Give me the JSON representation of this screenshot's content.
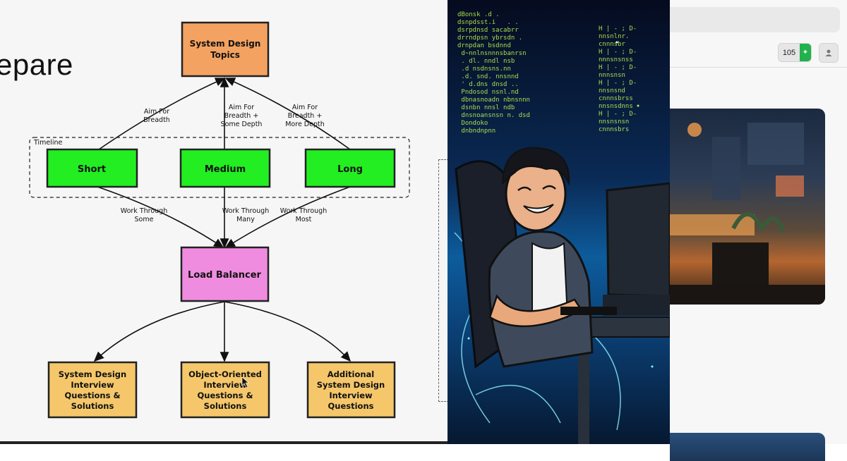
{
  "slide": {
    "title": "epare",
    "timeline_label": "Timeline",
    "top_box": [
      "System Design",
      "Topics"
    ],
    "timeline_boxes": [
      "Short",
      "Medium",
      "Long"
    ],
    "up_labels": [
      [
        "Aim For",
        "Breadth"
      ],
      [
        "Aim For",
        "Breadth +",
        "Some Depth"
      ],
      [
        "Aim For",
        "Breadth +",
        "More Depth"
      ]
    ],
    "down_labels": [
      [
        "Work Through",
        "Some"
      ],
      [
        "Work Through",
        "Many"
      ],
      [
        "Work Through",
        "Most"
      ]
    ],
    "center_box": [
      "Load Balancer"
    ],
    "bottom_boxes": [
      [
        "System Design",
        "Interview",
        "Questions &",
        "Solutions"
      ],
      [
        "Object-Oriented",
        "Interview",
        "Questions &",
        "Solutions"
      ],
      [
        "Additional",
        "System Design",
        "Interview",
        "Questions"
      ]
    ],
    "colors": {
      "top_box": "#f4a261",
      "timeline_box": "#22ee22",
      "center_box": "#f08ce0",
      "bottom_box": "#f5c76a"
    }
  },
  "browser": {
    "count": "105",
    "count_action_icon": "sparkle-icon",
    "user_icon": "user-icon"
  }
}
